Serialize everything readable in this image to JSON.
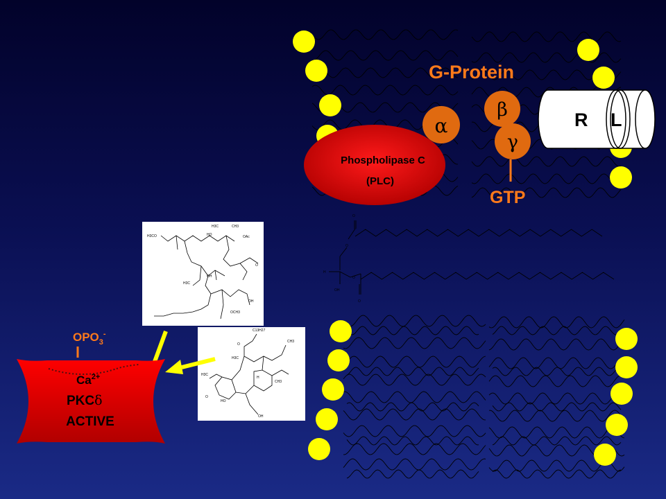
{
  "colors": {
    "background_top": "#02022a",
    "background_bottom": "#1a2a86",
    "lipid_head": "#ffff00",
    "subunit": "#e06a10",
    "label_orange": "#ff7a1a",
    "plc_red": "#d00000",
    "pkc_red": "#e00000",
    "arrow_yellow": "#ffff00",
    "receptor_white": "#ffffff"
  },
  "membrane_top": {
    "label": "lipid-bilayer-upper"
  },
  "membrane_bottom": {
    "label": "lipid-bilayer-lower"
  },
  "g_protein": {
    "title": "G-Protein",
    "alpha": "α",
    "beta": "β",
    "gamma": "γ",
    "gtp": "GTP"
  },
  "receptor": {
    "r": "R",
    "l": "L"
  },
  "plc": {
    "line1": "Phospholipase C",
    "line2": "(PLC)"
  },
  "pkc": {
    "phosphate": "OPO",
    "phosphate_sub": "3",
    "phosphate_sup": "-",
    "calcium": "Ca",
    "calcium_sup": "2+",
    "name": "PKC",
    "name_greek": "δ",
    "status": "ACTIVE"
  },
  "molecules": {
    "dag": {
      "o1": "O",
      "o2": "O",
      "o3": "O",
      "o4": "O",
      "h": "H",
      "oh": "OH"
    },
    "bryostatin": {
      "h3co": "H3CO",
      "h3c": "H3C",
      "ch3": "CH3",
      "oac": "OAc",
      "oh": "OH",
      "ho": "HO",
      "o": "O",
      "och3": "OCH3",
      "h3c2": "H3C"
    },
    "phorbol": {
      "c13h27": "C13H27",
      "o": "O",
      "ch3": "CH3",
      "h3c": "H3C",
      "h": "H",
      "ho": "HO",
      "oh": "OH"
    }
  }
}
